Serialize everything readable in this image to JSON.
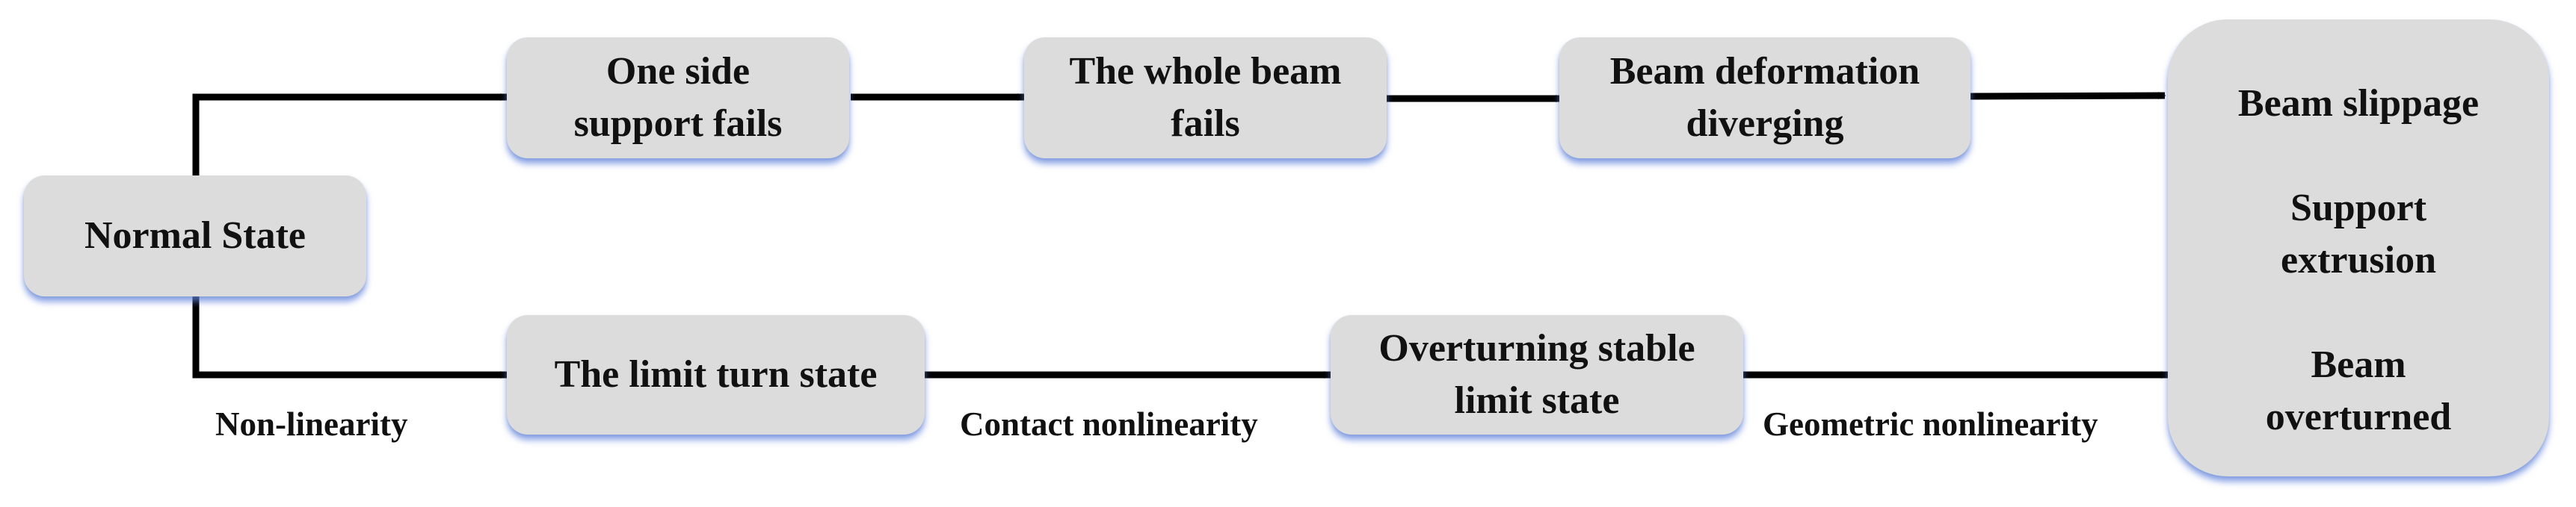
{
  "diagram": {
    "nodes": {
      "normal_state": {
        "lines": [
          "Normal State"
        ]
      },
      "one_side_support_fails": {
        "lines": [
          "One side",
          "support fails"
        ]
      },
      "whole_beam_fails": {
        "lines": [
          "The whole beam",
          "fails"
        ]
      },
      "beam_deformation_diverging": {
        "lines": [
          "Beam deformation",
          "diverging"
        ]
      },
      "limit_turn_state": {
        "lines": [
          "The limit turn state"
        ]
      },
      "overturning_stable_limit_state": {
        "lines": [
          "Overturning stable",
          "limit state"
        ]
      },
      "outcomes": {
        "items": [
          {
            "lines": [
              "Beam slippage"
            ]
          },
          {
            "lines": [
              "Support",
              "extrusion"
            ]
          },
          {
            "lines": [
              "Beam",
              "overturned"
            ]
          }
        ]
      }
    },
    "edge_labels": {
      "non_linearity": "Non-linearity",
      "contact_nonlinearity": "Contact nonlinearity",
      "geometric_nonlinearity": "Geometric nonlinearity"
    },
    "colors": {
      "box_fill": "#dcdcdc",
      "box_shadow": "#5f82dc",
      "arrow": "#000000",
      "text": "#111111"
    }
  }
}
